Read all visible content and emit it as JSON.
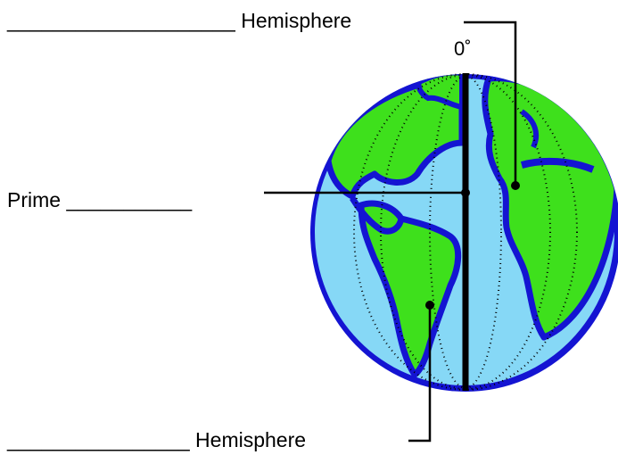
{
  "labels": {
    "top": "____________________ Hemisphere",
    "prime": "Prime ___________",
    "bottom": "________________ Hemisphere",
    "degree": "0˚"
  },
  "colors": {
    "ocean": "#86d8f6",
    "land": "#3ee01c",
    "coast": "#1414d2",
    "outline": "#000000"
  }
}
